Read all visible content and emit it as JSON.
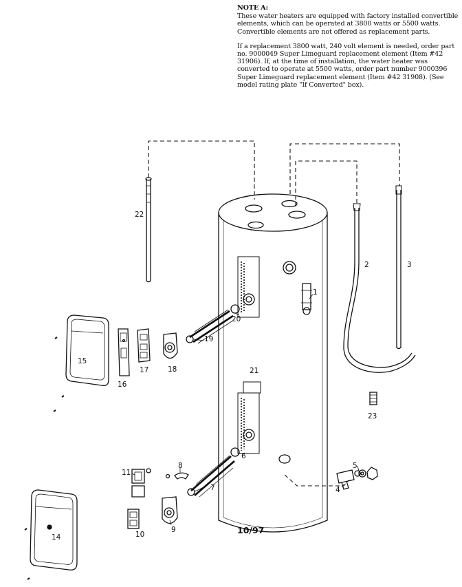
{
  "note": {
    "title": "NOTE A:",
    "paragraph1": "These water heaters are equipped with factory installed convertible elements, which can be operated at 3800 watts or 5500 watts. Convertible elements are not offered as replacement parts.",
    "paragraph2": "If a replacement 3800 watt, 240 volt element is needed, order part no. 9000049 Super Limeguard replacement element (Item #42 31906). If, at the time of installation, the water heater was converted to operate at 5500 watts, order part number 9000396 Super Limeguard replacement element (Item #42 31908). (See model rating plate \"If Converted\" box)."
  },
  "callouts": {
    "c1": "1",
    "c2": "2",
    "c3": "3",
    "c4": "4",
    "c5": "5",
    "c6": "6",
    "c7": "7",
    "c8": "8",
    "c9": "9",
    "c10": "10",
    "c11": "11",
    "c14": "14",
    "c15": "15",
    "c16": "16",
    "c17": "17",
    "c18": "18",
    "c19": "19",
    "c20": "20",
    "c21": "21",
    "c22": "22",
    "c23": "23"
  },
  "date_code": "10/97",
  "colors": {
    "ink": "#111111",
    "paper": "#ffffff"
  }
}
